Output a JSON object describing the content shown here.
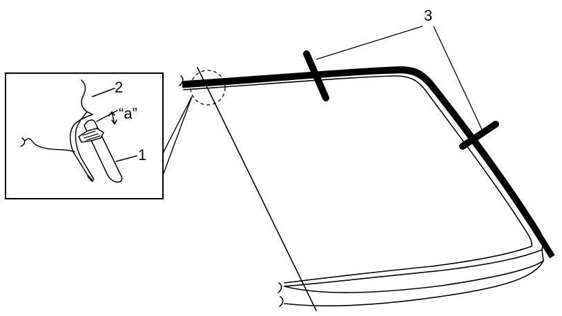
{
  "labels": {
    "part_1": "1",
    "part_2": "2",
    "part_3": "3",
    "gap_a": "“a”"
  },
  "colors": {
    "stroke": "#000000",
    "background": "#ffffff"
  }
}
